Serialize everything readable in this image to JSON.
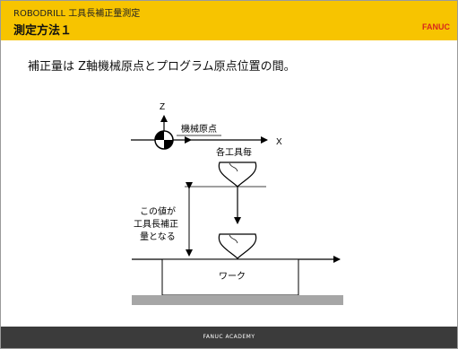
{
  "header": {
    "subtitle": "ROBODRILL 工具長補正量測定",
    "title": "測定方法１",
    "logo": "FANUC",
    "bar_color": "#f7c400",
    "logo_color": "#d8281c"
  },
  "statement": "補正量は Z軸機械原点とプログラム原点位置の間。",
  "diagram": {
    "z_axis_label": "Z",
    "x_axis_label": "X",
    "machine_origin_label": "機械原点",
    "each_tool_label": "各工具毎",
    "offset_label_lines": [
      "この値が",
      "工具長補正",
      "量となる"
    ],
    "workpiece_label": "ワーク"
  },
  "footer": {
    "text": "FANUC ACADEMY",
    "bar_color": "#3b3b3b"
  }
}
